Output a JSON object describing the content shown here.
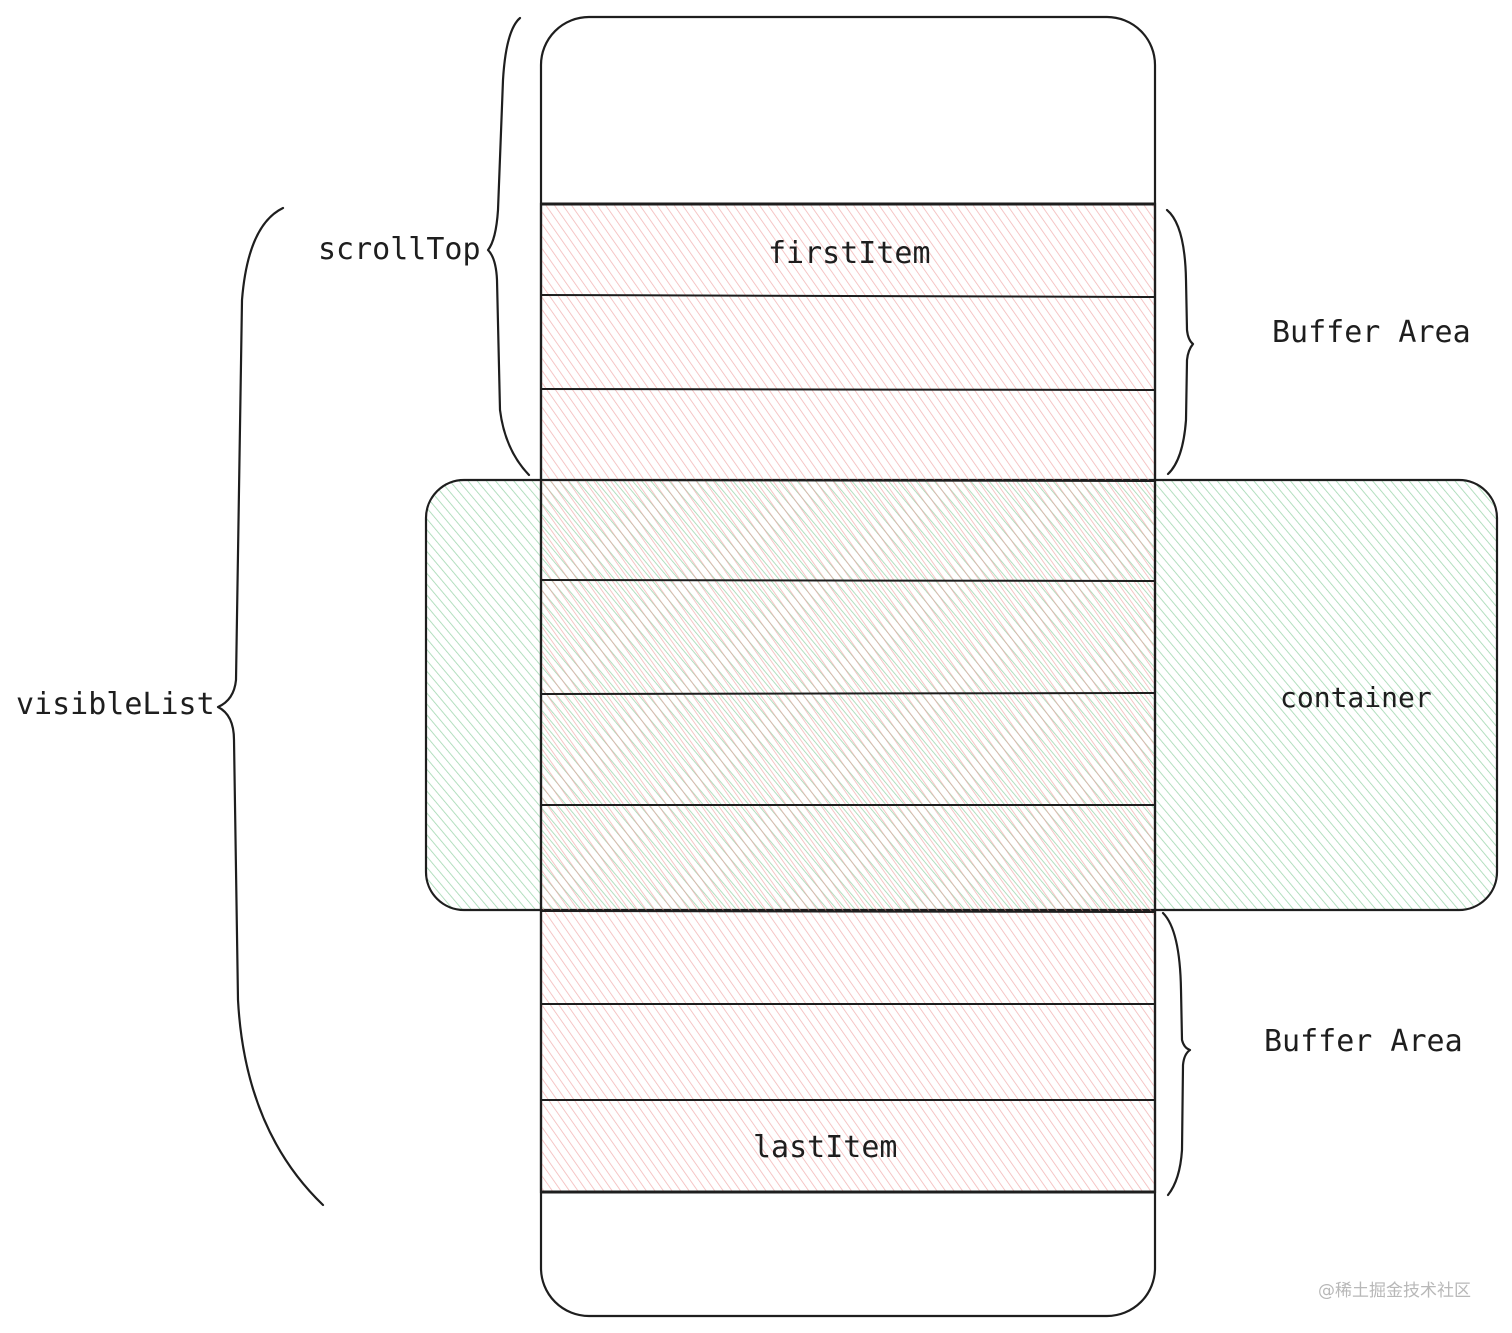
{
  "labels": {
    "scroll_top": "scrollTop",
    "first_item": "firstItem",
    "buffer_top": "Buffer Area",
    "visible_list": "visibleList",
    "container": "container",
    "buffer_bottom": "Buffer Area",
    "last_item": "lastItem"
  },
  "watermark": "@稀土掘金技术社区",
  "colors": {
    "stroke": "#1e1e1e",
    "list_hatch": "#ef9a9a",
    "container_hatch": "#81c995",
    "watermark": "#b8b8b8"
  }
}
